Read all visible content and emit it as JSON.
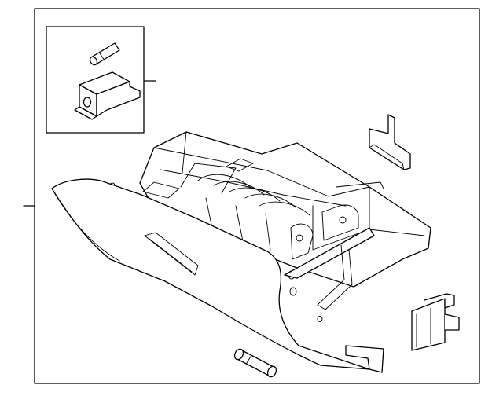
{
  "diagram": {
    "background_color": "#ffffff",
    "line_color": "#000000",
    "parts": [
      "frame",
      "detail-inset",
      "inset-pin",
      "inset-lock-cylinder",
      "glove-box-assembly",
      "glove-box-door",
      "glove-box-bin",
      "damper-strut",
      "rear-bracket",
      "latch-striker",
      "bumper-pin"
    ]
  }
}
